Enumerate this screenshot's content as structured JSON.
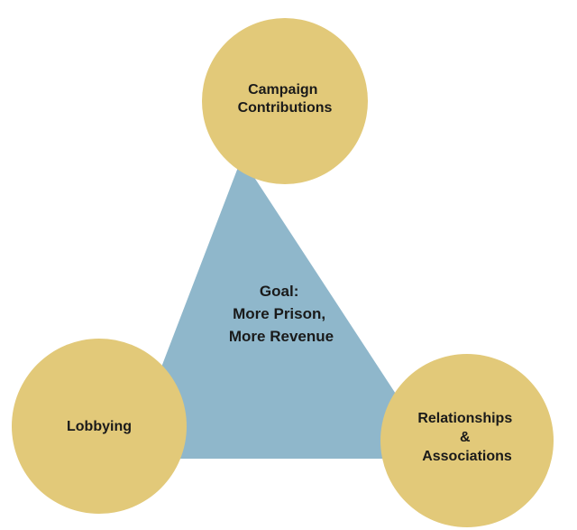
{
  "diagram": {
    "center": {
      "lines": [
        "Goal:",
        "More Prison,",
        "More Revenue"
      ]
    },
    "nodes": [
      {
        "id": "top",
        "lines": [
          "Campaign",
          "Contributions"
        ]
      },
      {
        "id": "left",
        "lines": [
          "Lobbying"
        ]
      },
      {
        "id": "right",
        "lines": [
          "Relationships",
          "&",
          "Associations"
        ]
      }
    ]
  },
  "colors": {
    "triangle": "#8fb7cb",
    "circle": "#e2c979",
    "text": "#1a1a1a",
    "background": "#ffffff"
  }
}
